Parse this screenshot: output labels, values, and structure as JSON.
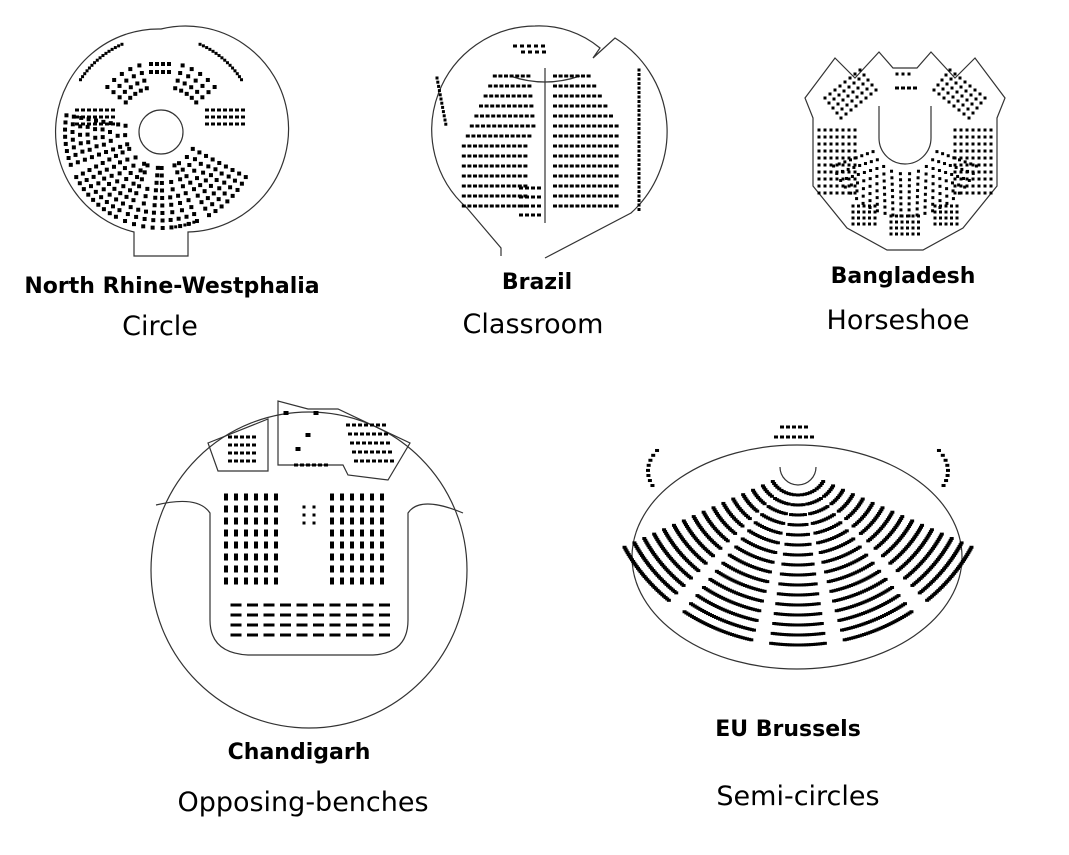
{
  "layouts": [
    {
      "id": "nrw",
      "name": "North Rhine-Westphalia",
      "type": "Circle"
    },
    {
      "id": "brazil",
      "name": "Brazil",
      "type": "Classroom"
    },
    {
      "id": "bangladesh",
      "name": "Bangladesh",
      "type": "Horseshoe"
    },
    {
      "id": "chandigarh",
      "name": "Chandigarh",
      "type": "Opposing-benches"
    },
    {
      "id": "eu",
      "name": "EU Brussels",
      "type": "Semi-circles"
    }
  ],
  "colors": {
    "ink": "#000000",
    "outline": "#333333",
    "paper": "#ffffff"
  }
}
